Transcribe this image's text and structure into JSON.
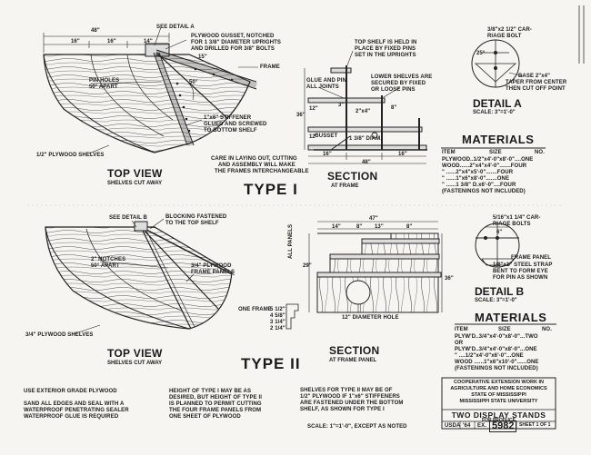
{
  "type_one": {
    "see_detail": "SEE DETAIL A",
    "gusset_note": [
      "PLYWOOD GUSSET, NOTCHED",
      "FOR 1 3/8\" DIAMETER UPRIGHTS",
      "AND DRILLED FOR 3/8\" BOLTS"
    ],
    "frame_label": "FRAME",
    "pin_holes": [
      "PIN HOLES",
      "50° APART"
    ],
    "angle_50": "50°",
    "stiffener": [
      "1\"x6\" STIFFENER",
      "GLUED AND SCREWED",
      "TO BOTTOM SHELF"
    ],
    "shelves_label": "1/2\" PLYWOOD SHELVES",
    "dims_top": [
      "48\"",
      "16\"",
      "16\"",
      "14\"",
      "15\""
    ],
    "top_view": "TOP VIEW",
    "top_view_sub": "SHELVES CUT AWAY",
    "care_note": [
      "CARE IN LAYING OUT, CUTTING",
      "AND ASSEMBLY WILL MAKE",
      "THE FRAMES INTERCHANGEABLE"
    ],
    "type_label": "TYPE I",
    "top_shelf_note": [
      "TOP SHELF IS HELD IN",
      "PLACE BY FIXED PINS",
      "SET IN THE UPRIGHTS"
    ],
    "glue_pin": [
      "GLUE AND PIN",
      "ALL JOINTS"
    ],
    "lower_shelves": [
      "LOWER SHELVES ARE",
      "SECURED BY FIXED",
      "OR LOOSE PINS"
    ],
    "section_dims": [
      "36\"",
      "12\"",
      "12\"",
      "3\"",
      "2\"x4\"",
      "8\"",
      "16\"",
      "16\"",
      "48\""
    ],
    "gusset": "GUSSET",
    "diam": "1 3/8\" DIAM.",
    "section": "SECTION",
    "section_sub": "AT FRAME"
  },
  "detail_a": {
    "bolt": [
      "3/8\"x2 1/2\" CAR-",
      "RIAGE BOLT"
    ],
    "angle": "25°",
    "base": [
      "BASE 2\"x4\"",
      "TAPER FROM CENTER",
      "THEN CUT OFF POINT"
    ],
    "title": "DETAIL A",
    "scale": "SCALE: 3\"=1'-0\""
  },
  "materials_one": {
    "title": "MATERIALS",
    "headers": [
      "ITEM",
      "SIZE",
      "NO."
    ],
    "rows": [
      "PLYWOOD..1/2\"x4'-0\"x8'-0\"....ONE",
      "WOOD......2\"x4\"x4'-0\".......FOUR",
      "  \"  ......2\"x4\"x5'-0\".......FOUR",
      "  \"  ......1\"x6\"x8'-0\".......ONE",
      "  \"  ......1 3/8\" D.x6'-0\"....FOUR"
    ],
    "footer": "(FASTENINGS NOT INCLUDED)"
  },
  "type_two": {
    "see_detail": "SEE DETAIL B",
    "blocking": [
      "BLOCKING FASTENED",
      "TO THE TOP SHELF"
    ],
    "notches": [
      "2\" NOTCHES",
      "50° APART"
    ],
    "panels": [
      "3/4\" PLYWOOD",
      "FRAME PANELS"
    ],
    "one_frame": "ONE FRAME",
    "frame_dims": [
      "5 1/2\"",
      "4 5/8\"",
      "3 1/4\"",
      "2 1/4\""
    ],
    "shelves_label": "3/4\" PLYWOOD SHELVES",
    "top_view": "TOP VIEW",
    "top_view_sub": "SHELVES CUT AWAY",
    "type_label": "TYPE II",
    "section_dims": [
      "47\"",
      "14\"",
      "8\"",
      "13\"",
      "8\"",
      "29\"",
      "36\"",
      "ALL PANELS"
    ],
    "hole": "12\" DIAMETER HOLE",
    "section": "SECTION",
    "section_sub": "AT FRAME PANEL"
  },
  "detail_b": {
    "bolt": [
      "5/16\"x1 1/4\" CAR-",
      "RIAGE BOLTS"
    ],
    "dim": "6\"",
    "frame_panel": "FRAME PANEL",
    "strap": [
      "1/8\"x1\" STEEL STRAP",
      "BENT TO FORM EYE",
      "FOR PIN AS SHOWN"
    ],
    "title": "DETAIL B",
    "scale": "SCALE: 3\"=1'-0\""
  },
  "materials_two": {
    "title": "MATERIALS",
    "headers": [
      "ITEM",
      "SIZE",
      "NO."
    ],
    "rows": [
      "PLYW'D..3/4\"x4'-0\"x8'-0\"...TWO",
      "          OR",
      "PLYW'D..3/4\"x4'-0\"x8'-0\"...ONE",
      "   \"   ....1/2\"x4'-0\"x6'-0\"...ONE",
      "WOOD ......1\"x6\"x10'-0\"......ONE"
    ],
    "footer": "(FASTENINGS NOT INCLUDED)"
  },
  "notes": {
    "left": [
      "USE EXTERIOR GRADE PLYWOOD",
      "",
      "SAND ALL EDGES AND SEAL WITH A",
      "WATERPROOF PENETRATING SEALER",
      "WATERPROOF GLUE IS REQUIRED"
    ],
    "middle": [
      "HEIGHT OF TYPE I MAY BE AS",
      "DESIRED, BUT HEIGHT OF TYPE II",
      "IS PLANNED TO PERMIT CUTTING",
      "THE FOUR FRAME PANELS FROM",
      "ONE SHEET OF PLYWOOD"
    ],
    "right": [
      "SHELVES FOR TYPE II MAY BE OF",
      "1/2\" PLYWOOD IF 1\"x6\" STIFFENERS",
      "ARE FASTENED UNDER THE BOTTOM",
      "SHELF, AS SHOWN FOR TYPE I"
    ],
    "scale": "SCALE: 1\"=1'-0\", EXCEPT AS NOTED"
  },
  "title_block": {
    "org": [
      "COOPERATIVE EXTENSION WORK IN",
      "AGRICULTURE AND HOME ECONOMICS",
      "STATE OF MISSISSIPPI",
      "MISSISSIPPI STATE UNIVERSITY"
    ],
    "title": "TWO DISPLAY STANDS",
    "subtitle": "FOR PRODUCE",
    "usda": "USDA",
    "year": "'64",
    "ex": "EX.",
    "number": "5982",
    "sheet": "SHEET 1 OF 1"
  }
}
